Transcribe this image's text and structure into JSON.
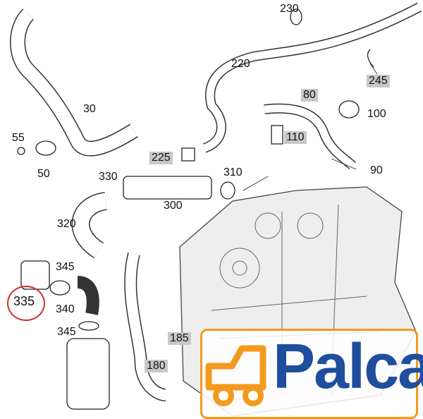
{
  "diagram": {
    "parts": [
      {
        "label": "230",
        "highlighted": false
      },
      {
        "label": "220",
        "highlighted": false
      },
      {
        "label": "245",
        "highlighted": true
      },
      {
        "label": "80",
        "highlighted": true
      },
      {
        "label": "100",
        "highlighted": false
      },
      {
        "label": "110",
        "highlighted": true
      },
      {
        "label": "90",
        "highlighted": false
      },
      {
        "label": "30",
        "highlighted": false
      },
      {
        "label": "55",
        "highlighted": false
      },
      {
        "label": "50",
        "highlighted": false
      },
      {
        "label": "225",
        "highlighted": true
      },
      {
        "label": "330",
        "highlighted": false
      },
      {
        "label": "310",
        "highlighted": false
      },
      {
        "label": "300",
        "highlighted": false
      },
      {
        "label": "320",
        "highlighted": false
      },
      {
        "label": "345",
        "highlighted": false
      },
      {
        "label": "335",
        "highlighted": false,
        "circled": true
      },
      {
        "label": "340",
        "highlighted": false
      },
      {
        "label": "345",
        "highlighted": false
      },
      {
        "label": "185",
        "highlighted": true
      },
      {
        "label": "180",
        "highlighted": true
      }
    ],
    "colors": {
      "highlight": "#c8c8c8",
      "circle": "#d0302a",
      "logo_blue": "#1f4e9c",
      "logo_orange": "#f39a1e"
    }
  },
  "logo": {
    "text": "Palca"
  }
}
